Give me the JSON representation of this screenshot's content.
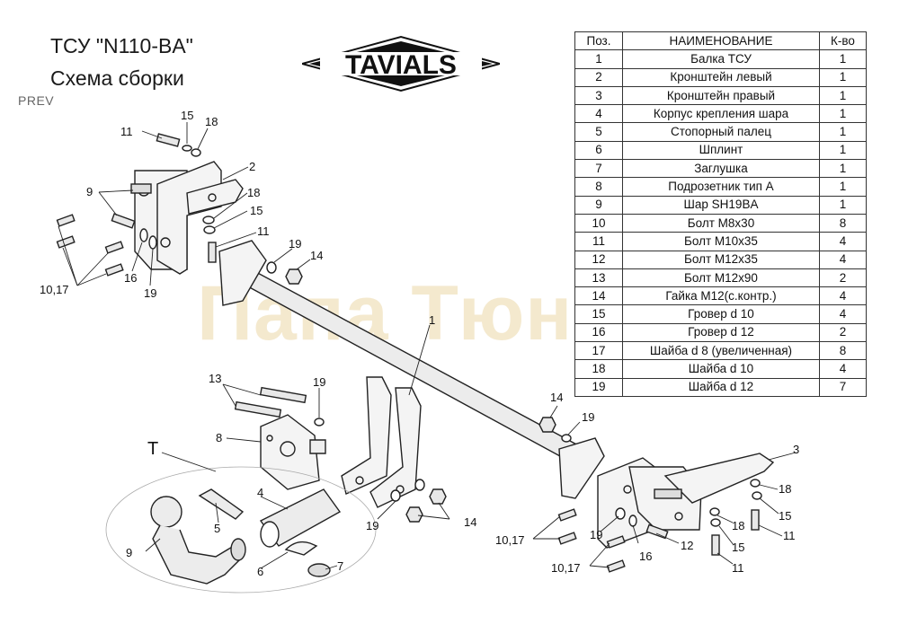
{
  "header": {
    "title_line1": "ТСУ  \"N110-BA\"",
    "title_line2": "Схема сборки",
    "prev": "PREV"
  },
  "logo": {
    "text": "TAVIALS"
  },
  "watermark": "Папа Тюнинг",
  "table": {
    "headers": [
      "Поз.",
      "НАИМЕНОВАНИЕ",
      "К-во"
    ],
    "rows": [
      [
        "1",
        "Балка ТСУ",
        "1"
      ],
      [
        "2",
        "Кронштейн левый",
        "1"
      ],
      [
        "3",
        "Кронштейн правый",
        "1"
      ],
      [
        "4",
        "Корпус крепления шара",
        "1"
      ],
      [
        "5",
        "Стопорный палец",
        "1"
      ],
      [
        "6",
        "Шплинт",
        "1"
      ],
      [
        "7",
        "Заглушка",
        "1"
      ],
      [
        "8",
        "Подрозетник тип А",
        "1"
      ],
      [
        "9",
        "Шар SH19BA",
        "1"
      ],
      [
        "10",
        "Болт М8х30",
        "8"
      ],
      [
        "11",
        "Болт М10х35",
        "4"
      ],
      [
        "12",
        "Болт М12х35",
        "4"
      ],
      [
        "13",
        "Болт М12х90",
        "2"
      ],
      [
        "14",
        "Гайка М12(с.контр.)",
        "4"
      ],
      [
        "15",
        "Гровер d 10",
        "4"
      ],
      [
        "16",
        "Гровер d 12",
        "2"
      ],
      [
        "17",
        "Шайба d 8 (увеличенная)",
        "8"
      ],
      [
        "18",
        "Шайба d 10",
        "4"
      ],
      [
        "19",
        "Шайба d 12",
        "7"
      ]
    ]
  },
  "callouts": {
    "t": "Т",
    "n1": "1",
    "n2": "2",
    "n3": "3",
    "n4": "4",
    "n5": "5",
    "n6": "6",
    "n7": "7",
    "n8": "8",
    "n9": "9",
    "n11": "11",
    "n12": "12",
    "n13": "13",
    "n14": "14",
    "n15": "15",
    "n16": "16",
    "n18": "18",
    "n19": "19",
    "n1017": "10,17"
  },
  "colors": {
    "line": "#222222",
    "part_fill": "#f4f4f4",
    "tube_fill": "#ececec",
    "watermark": "#ebd7a5"
  }
}
